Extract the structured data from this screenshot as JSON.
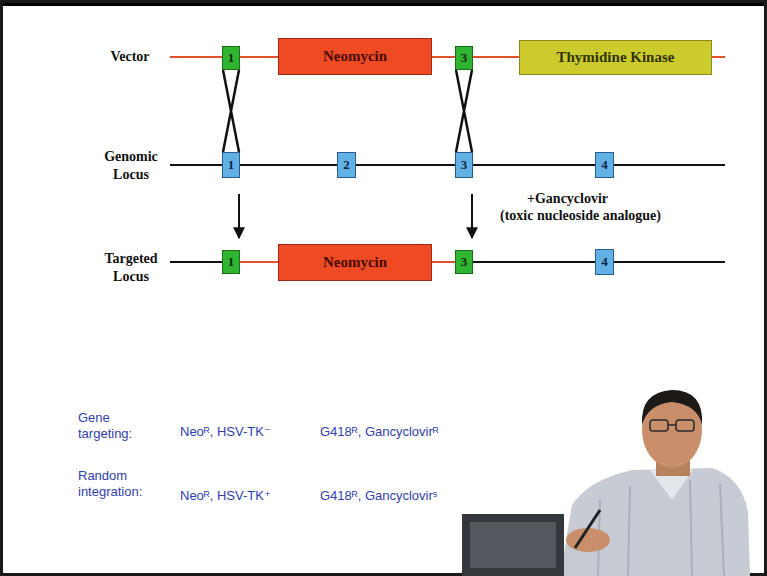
{
  "diagram": {
    "nodes": [
      {
        "text": [
          "1"
        ]
      },
      {
        "text": [
          "Neomycin"
        ]
      },
      {
        "text": [
          "3"
        ]
      },
      {
        "text": [
          "Thymidine Kinase"
        ]
      },
      {
        "text": [
          "1"
        ]
      },
      {
        "text": [
          "2"
        ]
      },
      {
        "text": [
          "3"
        ]
      },
      {
        "text": [
          "4"
        ]
      },
      {
        "text": [
          "1"
        ]
      },
      {
        "text": [
          "Neomycin"
        ]
      },
      {
        "text": [
          "3"
        ]
      },
      {
        "text": [
          "4"
        ]
      }
    ],
    "edges": [
      {
        "from": 0,
        "to": 4,
        "arrow": "none"
      },
      {
        "from": 2,
        "to": 6,
        "arrow": "none"
      },
      {
        "from": 4,
        "to": 8,
        "arrow": "to"
      },
      {
        "from": 6,
        "to": 10,
        "arrow": "to"
      }
    ],
    "labels": [
      "Vector",
      "Genomic Locus",
      "+Gancyclovir",
      "(toxic nucleoside analogue)",
      "Targeted Locus",
      "Gene targeting:",
      "Neoᴿ, HSV-TK⁻",
      "G418ᴿ, Gancyclovirᴿ",
      "Random integration:",
      "Neoᴿ, HSV-TK⁺",
      "G418ᴿ, Gancyclovirˢ"
    ]
  }
}
